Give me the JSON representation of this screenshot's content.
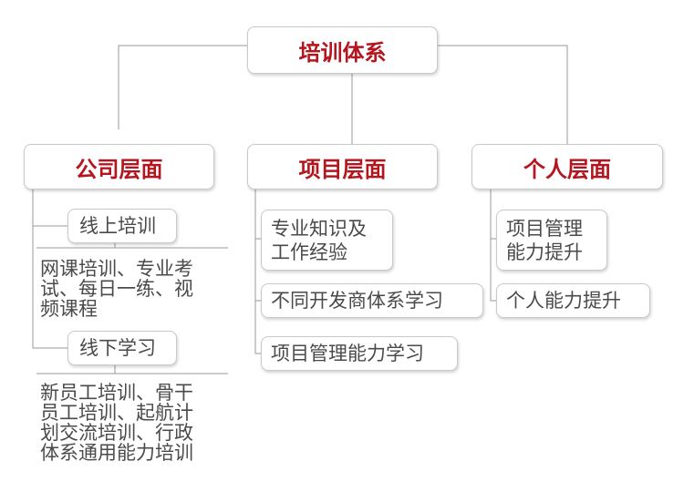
{
  "root": {
    "title": "培训体系"
  },
  "company": {
    "title": "公司层面",
    "online": {
      "label": "线上培训",
      "detail": "网课培训、专业考\n试、每日一练、视\n频课程"
    },
    "offline": {
      "label": "线下学习",
      "detail": "新员工培训、骨干\n员工培训、起航计\n划交流培训、行政\n体系通用能力培训"
    }
  },
  "project": {
    "title": "项目层面",
    "items": [
      "专业知识及\n工作经验",
      "不同开发商体系学习",
      "项目管理能力学习"
    ]
  },
  "personal": {
    "title": "个人层面",
    "items": [
      "项目管理\n能力提升",
      "个人能力提升"
    ]
  },
  "colors": {
    "accent": "#b5151e",
    "text": "#4a4a4a",
    "border": "#c9c9c9",
    "line": "#9a9a9a"
  }
}
